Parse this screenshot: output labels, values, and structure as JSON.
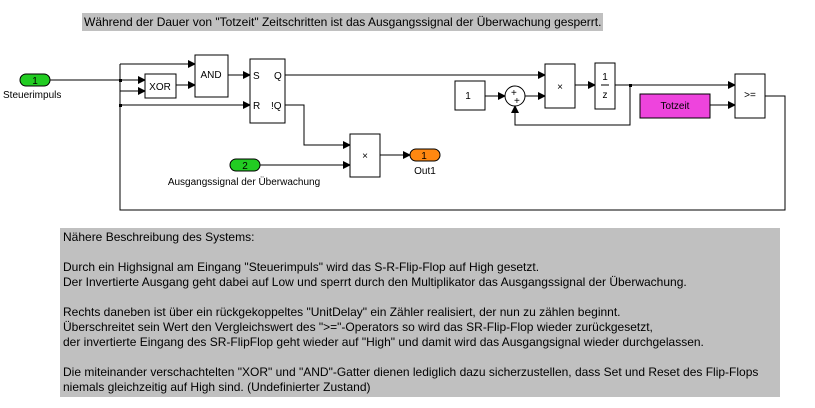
{
  "title_note": "Während der Dauer von \"Totzeit\" Zeitschritten ist das Ausgangssignal der Überwachung gesperrt.",
  "description": {
    "lines": [
      "Nähere Beschreibung des Systems:",
      "",
      "Durch ein Highsignal am Eingang \"Steuerimpuls\" wird das S-R-Flip-Flop auf High gesetzt.",
      "Der Invertierte Ausgang geht dabei auf Low und sperrt durch den Multiplikator das Ausgangssignal der Überwachung.",
      "",
      "Rechts daneben ist über ein rückgekoppeltes  \"UnitDelay\" ein Zähler realisiert, der nun zu zählen beginnt.",
      "Überschreitet sein Wert den Vergleichswert des \">=\"-Operators so wird das SR-Flip-Flop wieder zurückgesetzt,",
      "der invertierte Eingang des SR-FlipFlop geht wieder auf \"High\" und damit wird das Ausgangsignal wieder durchgelassen.",
      "",
      "Die miteinander verschachtelten \"XOR\" und \"AND\"-Gatter dienen lediglich dazu sicherzustellen, dass Set und Reset des Flip-Flops",
      "niemals gleichzeitig auf High sind. (Undefinierter Zustand)"
    ]
  },
  "blocks": {
    "inport1": {
      "number": "1",
      "label": "Steuerimpuls"
    },
    "inport2": {
      "number": "2",
      "label": "Ausgangssignal der Überwachung"
    },
    "outport1": {
      "number": "1",
      "label": "Out1"
    },
    "xor": "XOR",
    "and": "AND",
    "sr": {
      "s": "S",
      "r": "R",
      "q": "Q",
      "nq": "!Q"
    },
    "product": "×",
    "constant": "1",
    "sum_signs": [
      "+",
      "+"
    ],
    "unit_delay": {
      "num": "1",
      "den": "z"
    },
    "totzeit": "Totzeit",
    "compare": ">="
  },
  "colors": {
    "inport": "#22cc22",
    "outport": "#ff8811",
    "totzeit": "#ee44dd",
    "note_bg": "#c0c0c0"
  }
}
